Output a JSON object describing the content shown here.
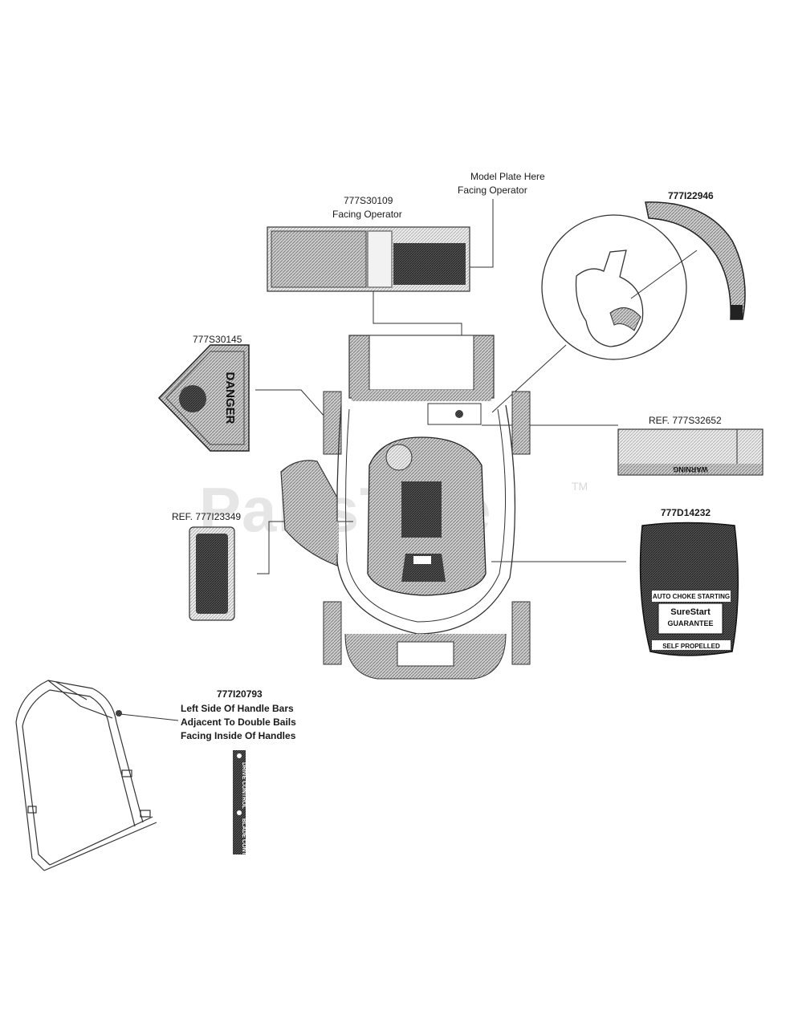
{
  "watermark": {
    "text": "PartsTree",
    "tm": "TM"
  },
  "callouts": {
    "model_plate": [
      "Model Plate Here",
      "Facing Operator"
    ],
    "s30109": {
      "part": "777S30109",
      "note": "Facing Operator"
    },
    "i22946": {
      "part": "777I22946"
    },
    "s30145": {
      "part": "777S30145"
    },
    "s32652": {
      "ref": "REF. 777S32652"
    },
    "i23349": {
      "ref": "REF. 777I23349"
    },
    "d14232": {
      "part": "777D14232"
    },
    "i20793": {
      "part": "777I20793",
      "lines": [
        "Left Side Of Handle Bars",
        "Adjacent To Double Bails",
        "Facing Inside Of Handles"
      ]
    }
  },
  "decal_text": {
    "danger": "DANGER",
    "warning": "WARNING",
    "auto_choke": "AUTO CHOKE STARTING",
    "surestart_1": "SureStart",
    "surestart_2": "GUARANTEE",
    "self_propelled": "SELF PROPELLED",
    "drive_control": "DRIVE CONTROL",
    "blade_control": "BLADE CONTROL"
  },
  "colors": {
    "ink": "#1a1a1a",
    "hatch": "#9a9a9a",
    "dark": "#2a2a2a"
  }
}
